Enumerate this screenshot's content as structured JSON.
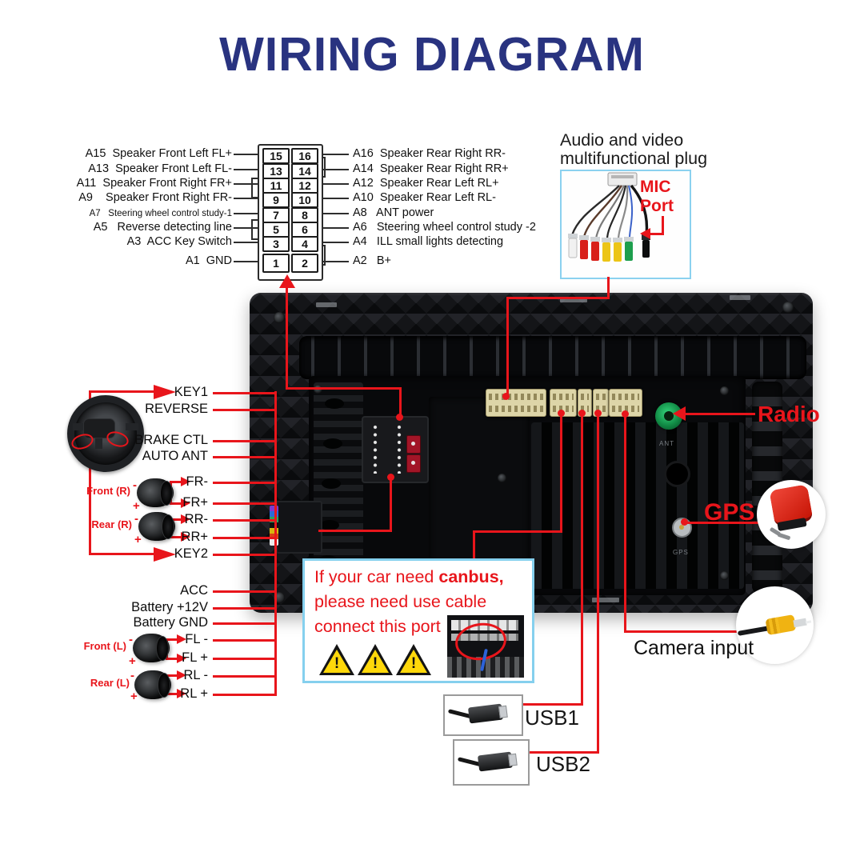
{
  "title": "WIRING DIAGRAM",
  "pin_connector": {
    "rows": [
      {
        "left_label": "A15  Speaker Front Left FL+",
        "left_pin": "15",
        "right_pin": "16",
        "right_label": "A16  Speaker Rear Right RR-"
      },
      {
        "left_label": "A13  Speaker Front Left FL-",
        "left_pin": "13",
        "right_pin": "14",
        "right_label": "A14  Speaker Rear Right RR+"
      },
      {
        "left_label": "A11  Speaker Front Right FR+",
        "left_pin": "11",
        "right_pin": "12",
        "right_label": "A12  Speaker Rear Left RL+"
      },
      {
        "left_label": "A9    Speaker Front Right FR-",
        "left_pin": "9",
        "right_pin": "10",
        "right_label": "A10  Speaker Rear Left RL-"
      },
      {
        "left_label": "A7   Steering wheel control study-1",
        "left_pin": "7",
        "right_pin": "8",
        "right_label": "A8   ANT power"
      },
      {
        "left_label": "A5   Reverse detecting line",
        "left_pin": "5",
        "right_pin": "6",
        "right_label": "A6   Steering wheel control study -2"
      },
      {
        "left_label": "A3  ACC Key Switch",
        "left_pin": "3",
        "right_pin": "4",
        "right_label": "A4   ILL small lights detecting"
      },
      {
        "left_label": "A1  GND",
        "left_pin": "1",
        "right_pin": "2",
        "right_label": "A2   B+"
      }
    ]
  },
  "audio_plug": {
    "label_line1": "Audio and video",
    "label_line2": "multifunctional plug",
    "mic_line1": "MIC",
    "mic_line2": "Port"
  },
  "harness": {
    "labels": [
      "KEY1",
      "REVERSE",
      "BRAKE CTL",
      "AUTO ANT",
      "FR-",
      "FR+",
      "RR-",
      "RR+",
      "KEY2",
      "ACC",
      "Battery +12V",
      "Battery GND",
      "FL -",
      "FL +",
      "RL -",
      "RL +"
    ]
  },
  "speakers": {
    "front_r": "Front (R)",
    "rear_r": "Rear (R)",
    "front_l": "Front (L)",
    "rear_l": "Rear (L)",
    "minus": "-",
    "plus": "+"
  },
  "unit": {
    "radio_label": "Radio",
    "gps_label": "GPS",
    "camera_label": "Camera input",
    "ant_port_text": "ANT",
    "gps_port_text": "GPS"
  },
  "canbus": {
    "line1_prefix": "If your car need ",
    "line1_bold": "canbus,",
    "line2": "please need use cable",
    "line3": "connect this port",
    "warning_mark": "!"
  },
  "usb": {
    "usb1_label": "USB1",
    "usb2_label": "USB2"
  },
  "colors": {
    "accent_red": "#e8151b",
    "title_blue": "#293380",
    "box_blue": "#85d0ee"
  }
}
